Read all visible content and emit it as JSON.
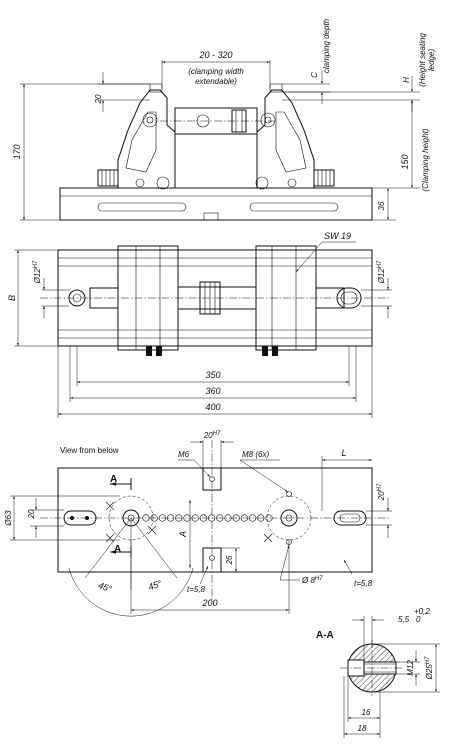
{
  "front_view": {
    "width_range": "20 - 320",
    "width_note_1": "(clamping width",
    "width_note_2": "extendable)",
    "dim_20": "20",
    "dim_170": "170",
    "dim_c": "C",
    "c_label": "clamping depth",
    "dim_h": "H",
    "h_note_1": "(Height seating",
    "h_note_2": "ledge)",
    "dim_150": "150",
    "clamp_height": "(Clamping height)",
    "dim_36": "36"
  },
  "top_view": {
    "dim_b": "B",
    "hole_left": "Ø12",
    "hole_left_tol": "H7",
    "hole_right": "Ø12",
    "hole_right_tol": "H7",
    "wrench": "SW 19",
    "len_350": "350",
    "len_360": "360",
    "len_400": "400"
  },
  "bottom_view": {
    "title": "View from below",
    "slot_width": "20",
    "slot_tol": "H7",
    "thread_m6": "M6",
    "thread_m8": "M8 (6x)",
    "dim_l": "L",
    "dim_a_label": "A",
    "dim_63": "Ø63",
    "dim_20": "20",
    "dim_20_right": "20",
    "dim_20_right_tol": "H7",
    "dim_a_vert": "A",
    "dim_26": "26",
    "t_left": "t=5,8",
    "t_right": "t=5,8",
    "hole_8": "Ø 8",
    "hole_8_tol": "H7",
    "angle_1": "45°",
    "angle_2": "45°",
    "dim_200": "200"
  },
  "section": {
    "title": "A-A",
    "dim_55": "5,5",
    "tol_up": "+0,2",
    "tol_dn": "0",
    "thread": "M12",
    "dia_25": "Ø25",
    "dia_25_tol": "H7",
    "dim_16": "16",
    "dim_18": "18"
  }
}
